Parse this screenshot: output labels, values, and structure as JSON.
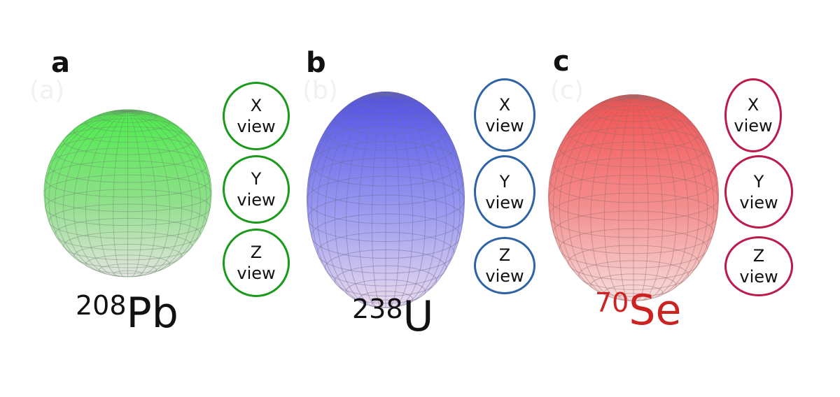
{
  "colors": {
    "pb": "#1a9a1a",
    "u": "#2e63a8",
    "se": "#bb1a4b",
    "se_label": "#cc2222",
    "text": "#111111"
  },
  "panels": [
    {
      "letter": "a",
      "ghost": "(a)",
      "mass": "208",
      "symbol": "Pb",
      "views": [
        {
          "axis": "X",
          "word": "view"
        },
        {
          "axis": "Y",
          "word": "view"
        },
        {
          "axis": "Z",
          "word": "view"
        }
      ]
    },
    {
      "letter": "b",
      "ghost": "(b)",
      "mass": "238",
      "symbol": "U",
      "views": [
        {
          "axis": "X",
          "word": "view"
        },
        {
          "axis": "Y",
          "word": "view"
        },
        {
          "axis": "Z",
          "word": "view"
        }
      ]
    },
    {
      "letter": "c",
      "ghost": "(c)",
      "mass": "70",
      "symbol": "Se",
      "views": [
        {
          "axis": "X",
          "word": "view"
        },
        {
          "axis": "Y",
          "word": "view"
        },
        {
          "axis": "Z",
          "word": "view"
        }
      ]
    }
  ]
}
